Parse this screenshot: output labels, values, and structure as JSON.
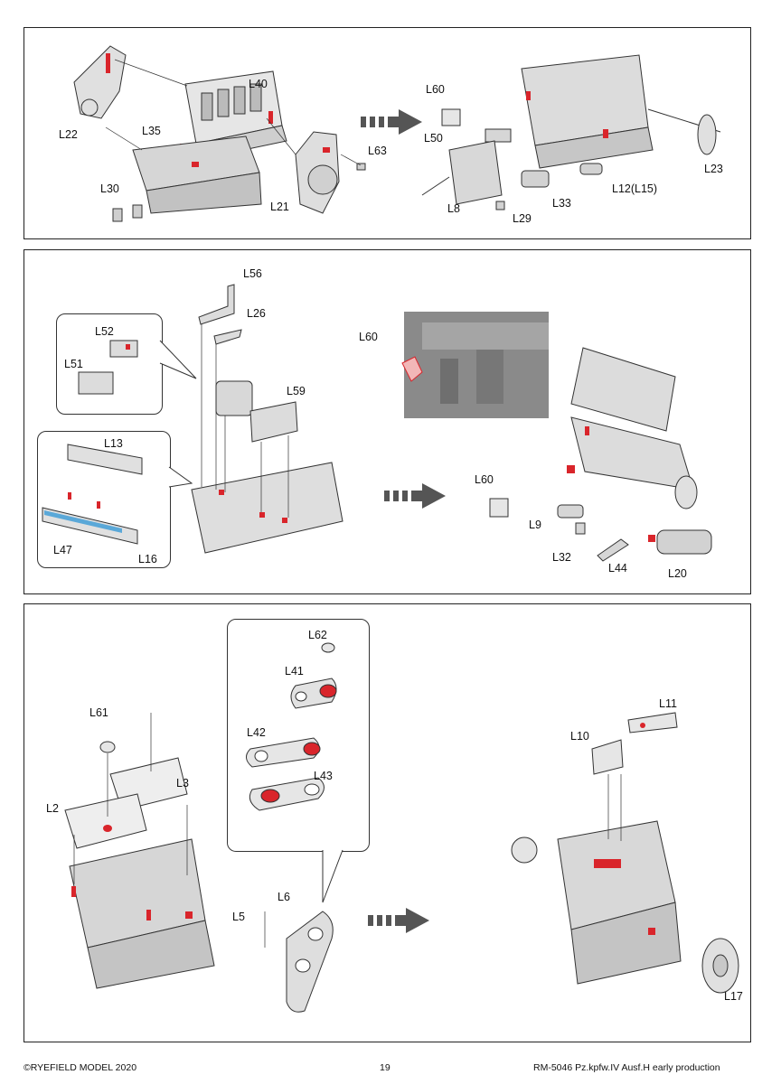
{
  "panel1": {
    "labels": [
      "L40",
      "L22",
      "L35",
      "L30",
      "L21",
      "L63",
      "L60",
      "L50",
      "L8",
      "L29",
      "L33",
      "L12(L15)",
      "L23"
    ]
  },
  "panel2": {
    "labels": [
      "L56",
      "L26",
      "L52",
      "L51",
      "L59",
      "L13",
      "L47",
      "L16",
      "L60",
      "L60",
      "L9",
      "L32",
      "L44",
      "L20"
    ]
  },
  "panel3": {
    "labels": [
      "L62",
      "L41",
      "L42",
      "L43",
      "L61",
      "L3",
      "L2",
      "L5",
      "L6",
      "L11",
      "L10",
      "L17"
    ]
  },
  "footer": {
    "copyright": "©RYEFIELD MODEL 2020",
    "page_number": "19",
    "product": "RM-5046  Pz.kpfw.IV Ausf.H early production"
  },
  "colors": {
    "highlight_red": "#d9252b",
    "highlight_blue": "#5aa8d8",
    "part_gray": "#c9c9c9",
    "photo_gray": "#8a8a8a"
  }
}
